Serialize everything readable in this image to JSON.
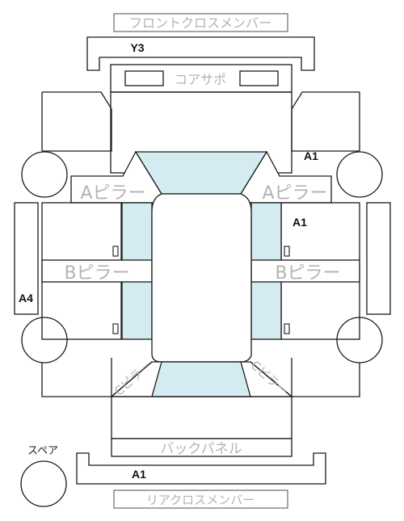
{
  "labels": {
    "front_cross_member": "フロントクロスメンバー",
    "core_support": "コアサポ",
    "a_pillar_left": "Aピラー",
    "a_pillar_right": "Aピラー",
    "b_pillar_left": "Bピラー",
    "b_pillar_right": "Bピラー",
    "c_pillar_left": "Cピラー",
    "c_pillar_right": "Cピラー",
    "back_panel": "バックパネル",
    "rear_cross_member": "リアクロスメンバー",
    "spare": "スペア"
  },
  "damage_codes": {
    "front_cross_member": "Y3",
    "a_pillar_right": "A1",
    "b_area_right": "A1",
    "side_left": "A4",
    "rear_cross_member": "A1"
  }
}
